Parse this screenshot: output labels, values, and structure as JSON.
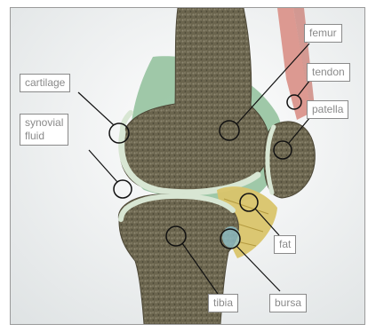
{
  "labels": {
    "femur": "femur",
    "tendon": "tendon",
    "patella": "patella",
    "cartilage": "cartilage",
    "synovial_fluid": "synovial\nfluid",
    "fat": "fat",
    "tibia": "tibia",
    "bursa": "bursa"
  },
  "colors": {
    "bone_surface": "#6b654e",
    "bone_shadow": "#3f3a2b",
    "cartilage": "#d8e6d3",
    "synovium": "#8fbf9a",
    "tendon": "#d98f86",
    "fat": "#d9c46a",
    "label_border": "#8a8a8a",
    "callout_line": "#111111"
  }
}
